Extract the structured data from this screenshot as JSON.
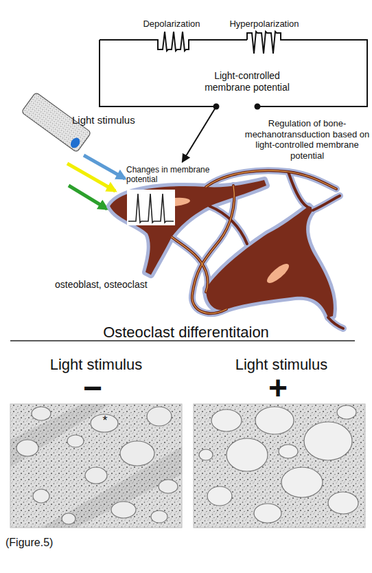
{
  "diagram": {
    "title": "Osteoclast differentitaion",
    "caption": "(Figure.5)",
    "nodes": [
      {
        "text": [
          "Depolarization",
          "Hyperpolarization",
          "Light-controlled membrane potential"
        ]
      },
      {
        "text": [
          "Changes in membrane potential",
          "osteoblast, osteoclast"
        ]
      }
    ],
    "edges": [
      {
        "from": 0,
        "to": 1,
        "arrow": "to",
        "label": "Regulation of bone-mechanotransduction based on light-controlled membrane potential"
      }
    ],
    "labels": [
      "Light stimulus",
      "Light stimulus",
      "Light stimulus",
      "−",
      "+",
      "*"
    ]
  }
}
